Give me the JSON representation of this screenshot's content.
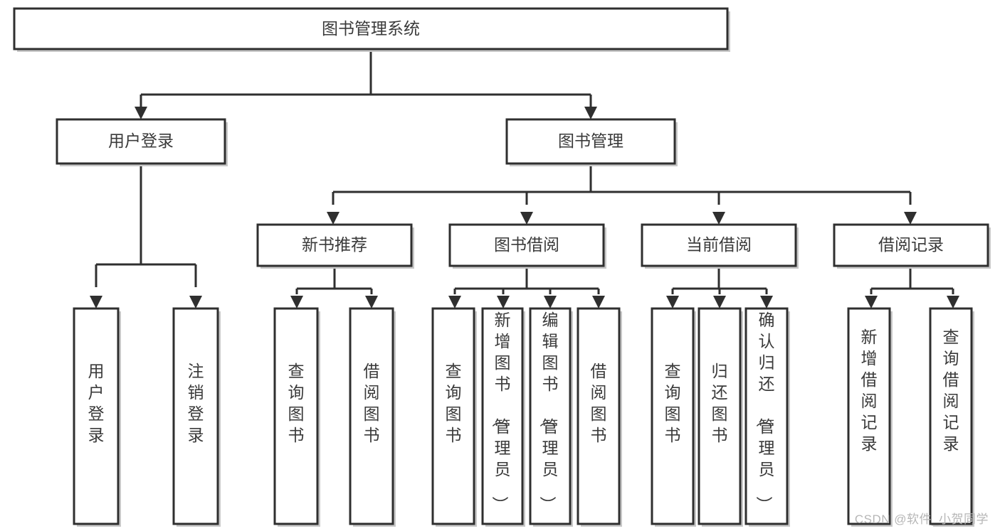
{
  "diagram": {
    "type": "tree-hierarchy",
    "orientation": "top-down",
    "colors": {
      "stroke": "#2f2f2f",
      "fill": "#ffffff",
      "text": "#3a3a3a",
      "shadow": "#c8c8c8",
      "watermark": "#b6b6b6"
    },
    "root": {
      "label": "图书管理系统"
    },
    "level2": [
      {
        "label": "用户登录"
      },
      {
        "label": "图书管理"
      }
    ],
    "level3": [
      {
        "label": "新书推荐"
      },
      {
        "label": "图书借阅"
      },
      {
        "label": "当前借阅"
      },
      {
        "label": "借阅记录"
      }
    ],
    "leaves": {
      "user_login": [
        {
          "label": "用户登录"
        },
        {
          "label": "注销登录"
        }
      ],
      "new_book_recommend": [
        {
          "label": "查询图书"
        },
        {
          "label": "借阅图书"
        }
      ],
      "book_borrow": [
        {
          "label": "查询图书"
        },
        {
          "label": "新增图书（管理员）"
        },
        {
          "label": "编辑图书（管理员）"
        },
        {
          "label": "借阅图书"
        }
      ],
      "current_borrow": [
        {
          "label": "查询图书"
        },
        {
          "label": "归还图书"
        },
        {
          "label": "确认归还（管理员）"
        }
      ],
      "borrow_record": [
        {
          "label": "新增借阅记录"
        },
        {
          "label": "查询借阅记录"
        }
      ]
    }
  },
  "watermark": {
    "text": "CSDN @软件_小贺同学"
  }
}
